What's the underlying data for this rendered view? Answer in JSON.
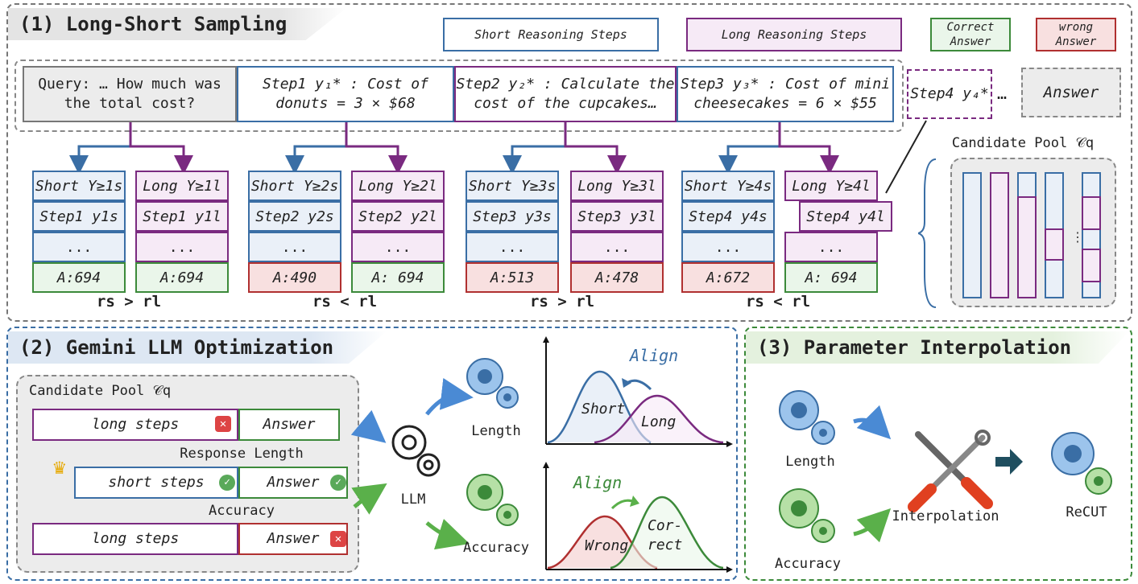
{
  "section1": {
    "title": "(1) Long-Short Sampling",
    "legend": {
      "short": "Short Reasoning Steps",
      "long": "Long Reasoning Steps",
      "correct": "Correct Answer",
      "wrong": "wrong Answer"
    },
    "query": "Query: … How much was the total cost?",
    "steps": [
      "Step1 y₁* : Cost of donuts = 3 × $68",
      "Step2 y₂* : Calculate the cost of the cupcakes…",
      "Step3 y₃* : Cost of mini cheesecakes = 6 × $55"
    ],
    "step4": "Step4 y₄*",
    "ellipsis": "…",
    "answer": "Answer",
    "pool_label": "Candidate Pool 𝒞q",
    "groups": [
      {
        "short_head": "Short Y≥1s",
        "short_step": "Step1 y1s",
        "short_ans": "A:694",
        "short_ok": true,
        "long_head": "Long Y≥1l",
        "long_step": "Step1 y1l",
        "long_ans": "A:694",
        "long_ok": true,
        "rel": "rs > rl"
      },
      {
        "short_head": "Short Y≥2s",
        "short_step": "Step2 y2s",
        "short_ans": "A:490",
        "short_ok": false,
        "long_head": "Long Y≥2l",
        "long_step": "Step2 y2l",
        "long_ans": "A: 694",
        "long_ok": true,
        "rel": "rs < rl"
      },
      {
        "short_head": "Short Y≥3s",
        "short_step": "Step3 y3s",
        "short_ans": "A:513",
        "short_ok": false,
        "long_head": "Long Y≥3l",
        "long_step": "Step3 y3l",
        "long_ans": "A:478",
        "long_ok": false,
        "rel": "rs > rl"
      },
      {
        "short_head": "Short Y≥4s",
        "short_step": "Step4 y4s",
        "short_ans": "A:672",
        "short_ok": false,
        "long_head": "Long Y≥4l",
        "long_step": "Step4 y4l",
        "long_ans": "A: 694",
        "long_ok": true,
        "rel": "rs < rl"
      }
    ],
    "dots": "..."
  },
  "section2": {
    "title": "(2) Gemini LLM Optimization",
    "pool_label": "Candidate Pool 𝒞q",
    "row1_steps": "long steps",
    "row1_answer": "Answer",
    "resp_len": "Response Length",
    "row2_steps": "short steps",
    "row2_answer": "Answer",
    "accuracy": "Accuracy",
    "row3_steps": "long steps",
    "row3_answer": "Answer",
    "llm": "LLM",
    "length": "Length",
    "accuracy_gear": "Accuracy",
    "align1": "Align",
    "short": "Short",
    "long": "Long",
    "align2": "Align",
    "wrong": "Wrong",
    "correct": "Cor-rect"
  },
  "section3": {
    "title": "(3) Parameter Interpolation",
    "length": "Length",
    "accuracy": "Accuracy",
    "interpolation": "Interpolation",
    "result": "ReCUT"
  },
  "colors": {
    "blue": "#3a6ea5",
    "purple": "#7a2a80",
    "green": "#3c8a3a",
    "red": "#b03030"
  }
}
